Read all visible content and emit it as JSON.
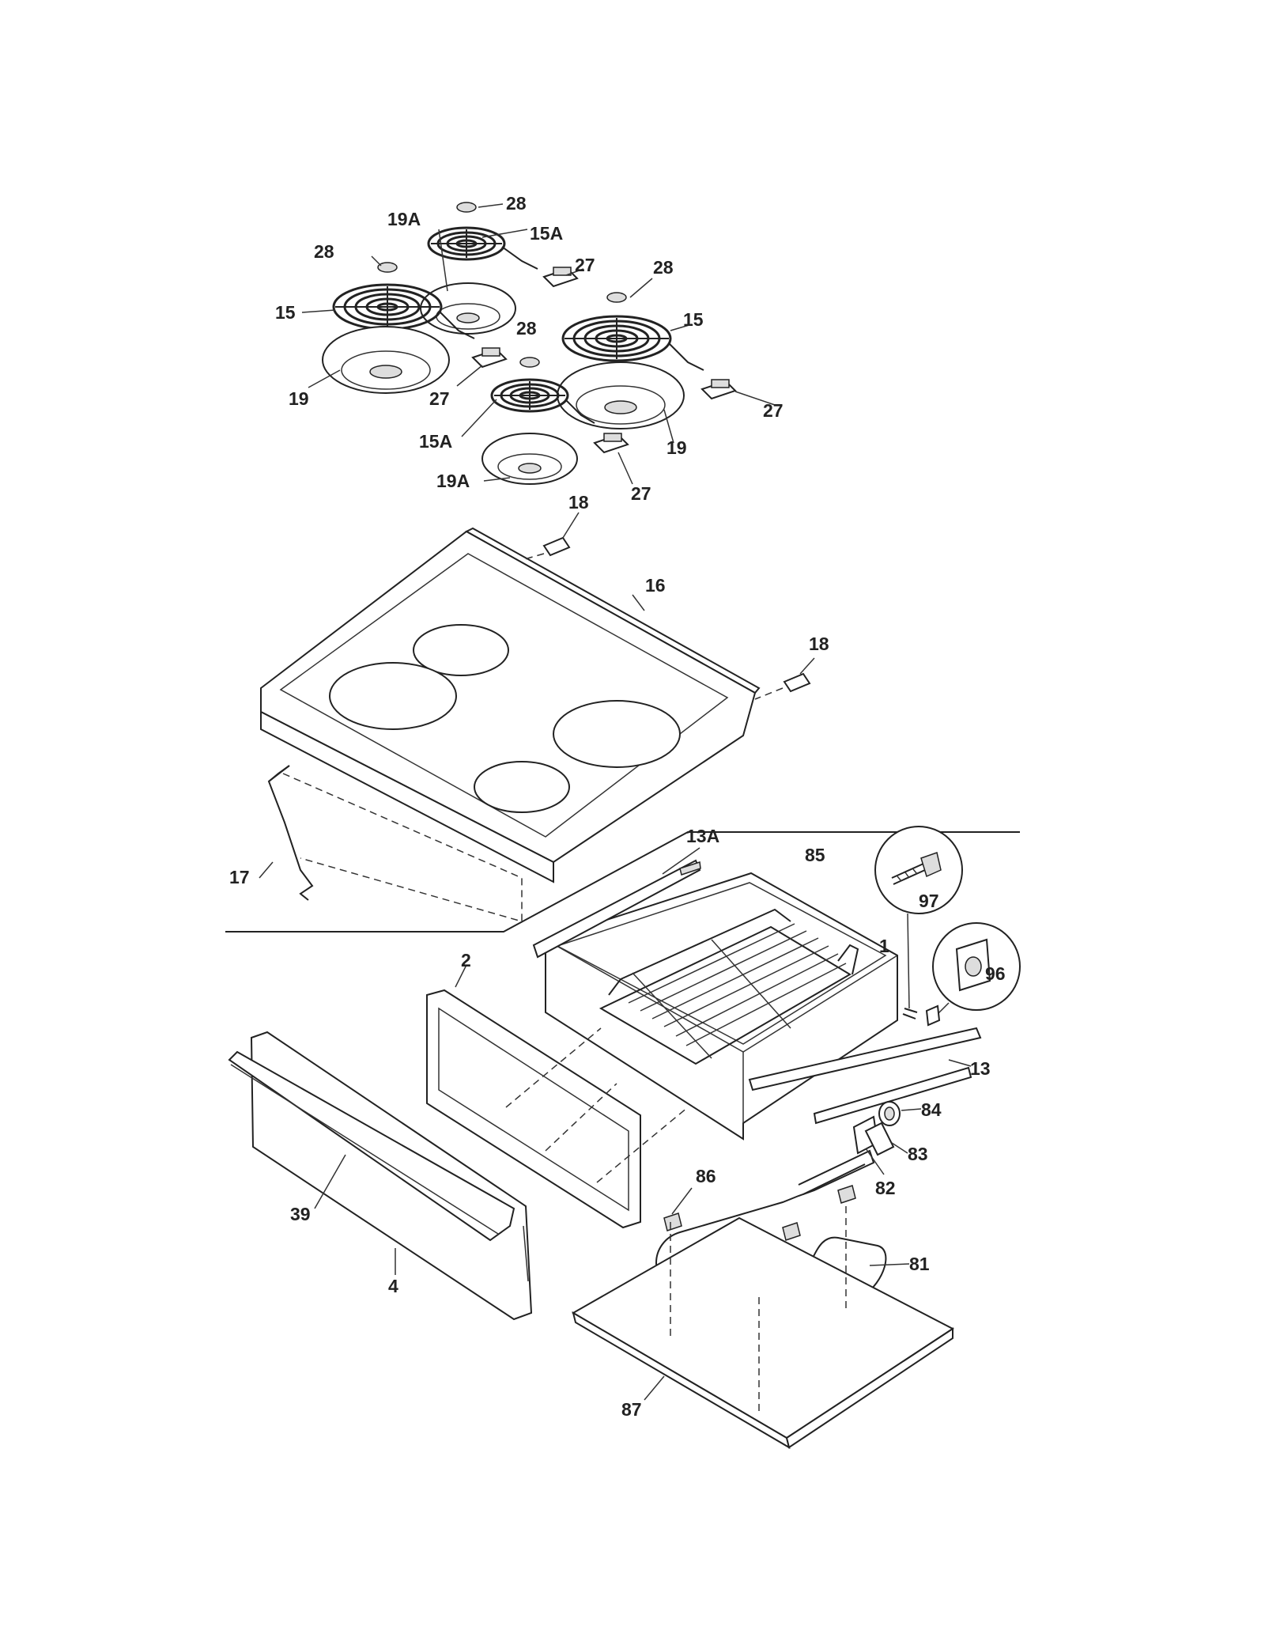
{
  "callouts": {
    "c28_top": "28",
    "c19a_top": "19A",
    "c15a_top": "15A",
    "c28_left": "28",
    "c27_top": "27",
    "c28_right": "28",
    "c15_left": "15",
    "c15_right": "15",
    "c28_mid": "28",
    "c19_left": "19",
    "c27_left": "27",
    "c27_right": "27",
    "c15a_bottom": "15A",
    "c19_right": "19",
    "c19a_bottom": "19A",
    "c27_bottom": "27",
    "c18_top": "18",
    "c16": "16",
    "c18_right": "18",
    "c17": "17",
    "c13a": "13A",
    "c85": "85",
    "c97": "97",
    "c1": "1",
    "c96": "96",
    "c2": "2",
    "c13": "13",
    "c84": "84",
    "c83": "83",
    "c86": "86",
    "c82": "82",
    "c39": "39",
    "c81": "81",
    "c4": "4",
    "c87": "87"
  }
}
